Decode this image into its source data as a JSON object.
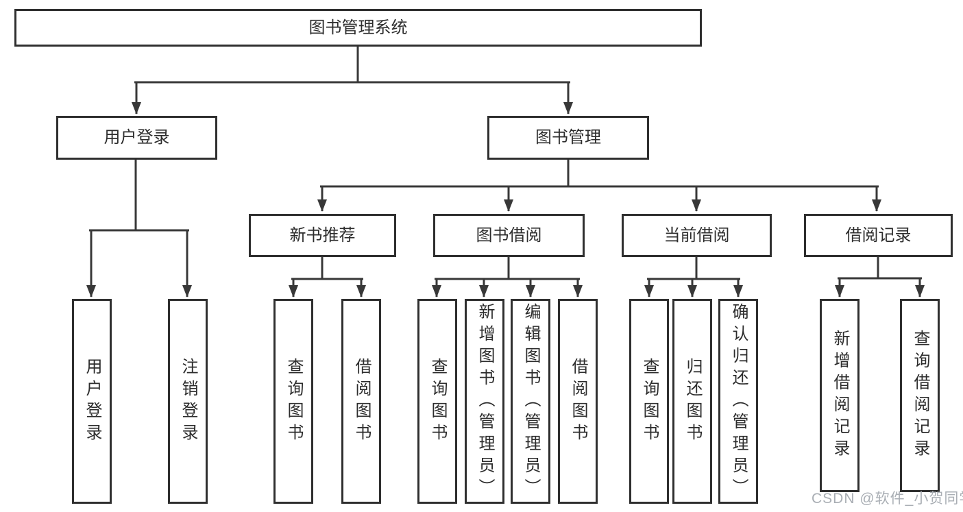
{
  "diagram_type": "hierarchy-tree",
  "colors": {
    "background": "#ffffff",
    "box_border": "#2f2f2f",
    "box_fill": "#ffffff",
    "line": "#383838",
    "text": "#2d2d2d",
    "watermark": "#a9aeb4"
  },
  "nodes": {
    "root": "图书管理系统",
    "user_login": "用户登录",
    "book_mgmt": "图书管理",
    "new_book_rec": "新书推荐",
    "book_borrow": "图书借阅",
    "current_borrow": "当前借阅",
    "borrow_records": "借阅记录",
    "leaf_user_login": "用户登录",
    "leaf_logout": "注销登录",
    "rec_query_book": "查询图书",
    "rec_borrow_book": "借阅图书",
    "bor_query_book": "查询图书",
    "bor_add_book": "新增图书（管理员）",
    "bor_edit_book": "编辑图书（管理员）",
    "bor_borrow_book": "借阅图书",
    "cur_query_book": "查询图书",
    "cur_return_book": "归还图书",
    "cur_confirm_return": "确认归还（管理员）",
    "rec2_add_record": "新增借阅记录",
    "rec2_query_record": "查询借阅记录"
  },
  "watermark": "CSDN @软件_小贺同学"
}
